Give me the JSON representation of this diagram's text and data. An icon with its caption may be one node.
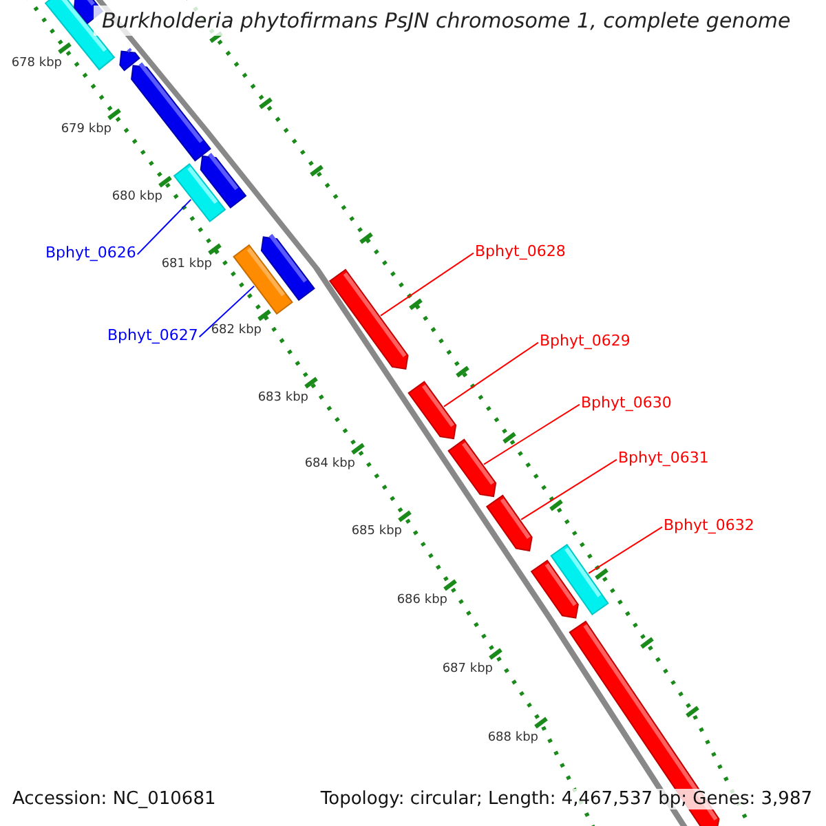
{
  "diagram": {
    "title": "Burkholderia phytofirmans PsJN chromosome 1, complete genome",
    "nodes": [
      {
        "text": [
          "Bphyt_0626"
        ]
      },
      {
        "text": [
          "Bphyt_0627"
        ]
      },
      {
        "text": [
          "Bphyt_0628"
        ]
      },
      {
        "text": [
          "Bphyt_0629"
        ]
      },
      {
        "text": [
          "Bphyt_0630"
        ]
      },
      {
        "text": [
          "Bphyt_0631"
        ]
      },
      {
        "text": [
          "Bphyt_0632"
        ]
      },
      {
        "text": [],
        "shape": "bar"
      },
      {
        "text": [],
        "shape": "bar"
      },
      {
        "text": [],
        "shape": "arrow"
      },
      {
        "text": [],
        "shape": "arrow"
      },
      {
        "text": [],
        "shape": "arrow"
      },
      {
        "text": [],
        "shape": "arrow"
      },
      {
        "text": [],
        "shape": "bar"
      }
    ],
    "edges": [
      {
        "from": 0,
        "to": 7,
        "arrow": "none",
        "color": "#0000ff"
      },
      {
        "from": 1,
        "to": 8,
        "arrow": "none",
        "color": "#0000ff"
      },
      {
        "from": 2,
        "to": 9,
        "arrow": "none"
      },
      {
        "from": 3,
        "to": 10,
        "arrow": "none"
      },
      {
        "from": 4,
        "to": 11,
        "arrow": "none"
      },
      {
        "from": 5,
        "to": 12,
        "arrow": "none"
      },
      {
        "from": 6,
        "to": 13,
        "arrow": "none"
      }
    ],
    "labels": [
      "678 kbp",
      "679 kbp",
      "680 kbp",
      "681 kbp",
      "682 kbp",
      "683 kbp",
      "684 kbp",
      "685 kbp",
      "686 kbp",
      "687 kbp",
      "688 kbp",
      "Accession: NC_010681",
      "Topology: circular; Length: 4,467,537 bp; Genes: 3,987"
    ]
  }
}
